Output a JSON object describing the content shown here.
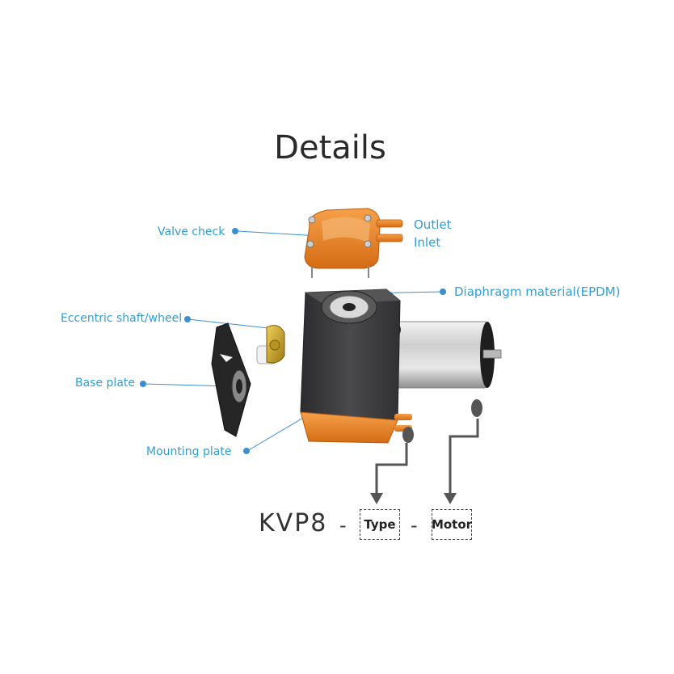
{
  "title": "Details",
  "labels": {
    "valve_check": "Valve check",
    "outlet": "Outlet",
    "inlet": "Inlet",
    "diaphragm": "Diaphragm material(EPDM)",
    "eccentric": "Eccentric shaft/wheel",
    "base_plate": "Base plate",
    "mounting_plate": "Mounting plate"
  },
  "model_code": {
    "prefix": "KVP8",
    "separator": "-",
    "type_box": "Type",
    "motor_box": "Motor"
  },
  "colors": {
    "label_text": "#2f9fd6",
    "label_dot": "#3b8fd0",
    "orange_part": "#e8832a",
    "housing": "#3c3c3e",
    "motor": "#d9d9d9",
    "brass": "#c9a227"
  }
}
